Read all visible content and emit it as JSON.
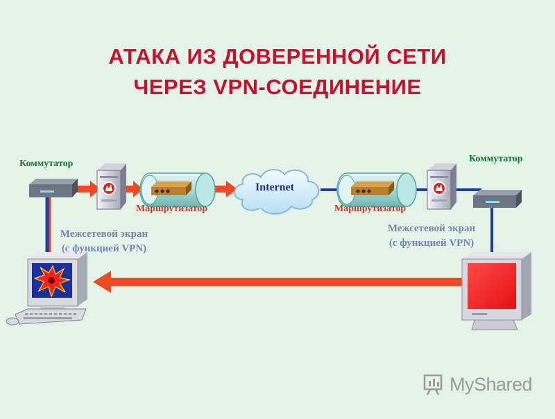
{
  "title": {
    "line1": "АТАКА ИЗ ДОВЕРЕННОЙ СЕТИ",
    "line2": "ЧЕРЕЗ VPN-СОЕДИНЕНИЕ"
  },
  "labels": {
    "switch_left": "Коммутатор",
    "switch_right": "Коммутатор",
    "router_left": "Маршрутизатор",
    "router_right": "Маршрутизатор",
    "cloud": "Internet",
    "firewall_left_line1": "Межсетевой экран",
    "firewall_left_line2": "(с функцией VPN)",
    "firewall_right_line1": "Межсетевой экран",
    "firewall_right_line2": "(с функцией VPN)"
  },
  "watermark": {
    "text": "MyShared"
  },
  "colors": {
    "title": "#c8102e",
    "switch_label": "#0c7a2c",
    "router_label": "#c0392b",
    "firewall_label": "#6f86b4",
    "cloud_label": "#1f2f9a",
    "attack_arrow": "#ef4a25",
    "vpn_link": "#1e3fa0",
    "watermark": "#9a9a9a"
  }
}
